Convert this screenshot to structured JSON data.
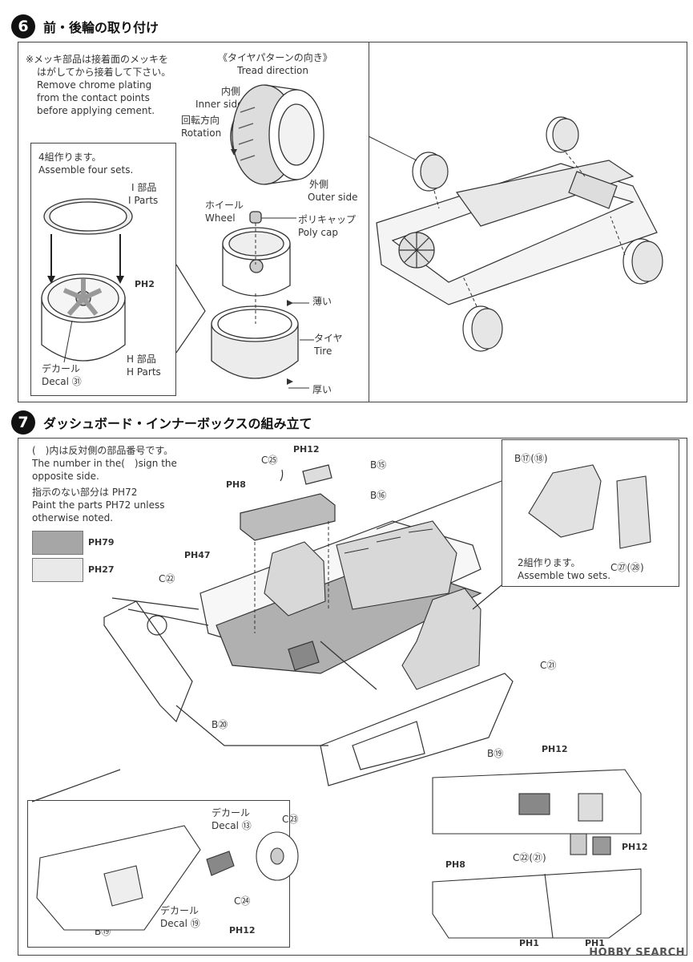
{
  "step6": {
    "number": "6",
    "title": "前・後輪の取り付け",
    "note_ja_1": "※メッキ部品は接着面のメッキを",
    "note_ja_2": "はがしてから接着して下さい。",
    "note_en_1": "Remove chrome plating",
    "note_en_2": "from the contact points",
    "note_en_3": "before applying cement.",
    "tread_ja": "《タイヤパターンの向き》",
    "tread_en": "Tread direction",
    "inner_ja": "内側",
    "inner_en": "Inner side",
    "rotation_ja": "回転方向",
    "rotation_en": "Rotation",
    "outer_ja": "外側",
    "outer_en": "Outer side",
    "assemble_ja": "4組作ります。",
    "assemble_en": "Assemble four sets.",
    "i_parts_ja": "I 部品",
    "i_parts_en": "I Parts",
    "ph2": "PH2",
    "h_parts_ja": "H 部品",
    "h_parts_en": "H Parts",
    "decal_ja": "デカール",
    "decal_en": "Decal ㉛",
    "wheel_ja": "ホイール",
    "wheel_en": "Wheel",
    "polycap_ja": "ポリキャップ",
    "polycap_en": "Poly cap",
    "thin": "薄い",
    "tire_ja": "タイヤ",
    "tire_en": "Tire",
    "thick": "厚い"
  },
  "step7": {
    "number": "7",
    "title": "ダッシュボード・インナーボックスの組み立て",
    "note_ja_1": "(　)内は反対側の部品番号です。",
    "note_en_1": "The number in the(　)sign the",
    "note_en_2": "opposite side.",
    "note_ja_2": "指示のない部分は PH72",
    "note_en_3": "Paint the parts PH72 unless",
    "note_en_4": "otherwise noted.",
    "swatch1_label": "PH79",
    "swatch2_label": "PH27",
    "c25": "C㉕",
    "ph12a": "PH12",
    "b15": "B⑮",
    "ph8": "PH8",
    "b16": "B⑯",
    "ph47": "PH47",
    "c22": "C㉒",
    "b20": "B⑳",
    "c21": "C㉑",
    "seat_b": "B⑰(⑱)",
    "seat_c": "C㉗(㉘)",
    "seat_ja": "2組作ります。",
    "seat_en": "Assemble two sets.",
    "b19_top": "B⑲",
    "ph12b": "PH12",
    "ph12c": "PH12",
    "ph8b": "PH8",
    "c22_21": "C㉒(㉑)",
    "ph1": "PH1",
    "ph1b": "PH1",
    "dash_decal_ja": "デカール",
    "dash_decal_en": "Decal ⑬",
    "c23": "C㉓",
    "c24": "C㉔",
    "dash_decal2_ja": "デカール",
    "dash_decal2_en": "Decal ⑲",
    "b19_bottom": "B⑲",
    "ph12d": "PH12"
  },
  "colors": {
    "swatch_dark": "#a6a6a6",
    "swatch_light": "#e9e9e9"
  },
  "watermark": "HOBBY SEARCH"
}
